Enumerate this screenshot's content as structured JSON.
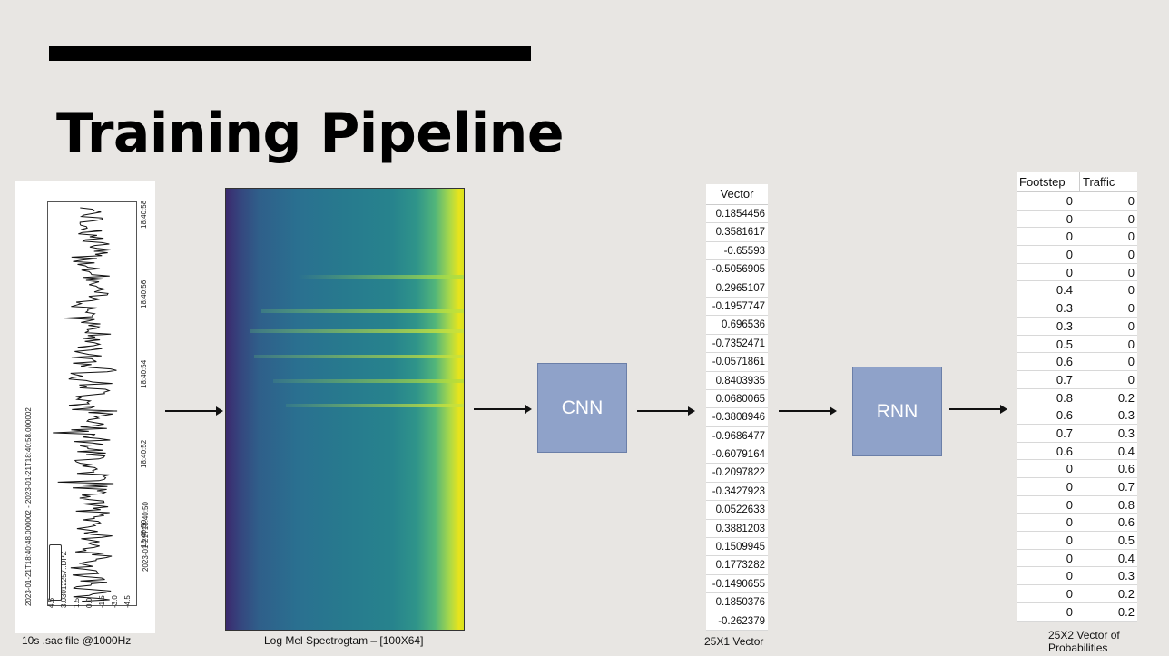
{
  "title": "Training Pipeline",
  "waveform": {
    "caption": "10s .sac file @1000Hz",
    "side_label": "2023-01-21T18:40:48.000002 - 2023-01-21T18:40:58.000002",
    "time_ticks": [
      "18:40:58",
      "18:40:56",
      "18:40:54",
      "18:40:52",
      "18:40:50"
    ],
    "time_axis_label": "2023-01-21T18:40:50",
    "amplitude_ticks": [
      "4.5",
      "3.0",
      "1.5",
      "0.0",
      "-1.5",
      "-3.0",
      "-4.5"
    ],
    "station": "3012257..DPZ"
  },
  "spectrogram": {
    "caption": "Log Mel Spectrogtam – [100X64]"
  },
  "cnn_label": "CNN",
  "rnn_label": "RNN",
  "vector": {
    "header": "Vector",
    "caption": "25X1 Vector",
    "values": [
      "0.1854456",
      "0.3581617",
      "-0.65593",
      "-0.5056905",
      "0.2965107",
      "-0.1957747",
      "0.696536",
      "-0.7352471",
      "-0.0571861",
      "0.8403935",
      "0.0680065",
      "-0.3808946",
      "-0.9686477",
      "-0.6079164",
      "-0.2097822",
      "-0.3427923",
      "0.0522633",
      "0.3881203",
      "0.1509945",
      "0.1773282",
      "-0.1490655",
      "0.1850376",
      "-0.262379"
    ]
  },
  "probabilities": {
    "headers": [
      "Footstep",
      "Traffic"
    ],
    "caption_line1": "25X2 Vector of",
    "caption_line2": "Probabilities",
    "rows": [
      [
        "0",
        "0"
      ],
      [
        "0",
        "0"
      ],
      [
        "0",
        "0"
      ],
      [
        "0",
        "0"
      ],
      [
        "0",
        "0"
      ],
      [
        "0.4",
        "0"
      ],
      [
        "0.3",
        "0"
      ],
      [
        "0.3",
        "0"
      ],
      [
        "0.5",
        "0"
      ],
      [
        "0.6",
        "0"
      ],
      [
        "0.7",
        "0"
      ],
      [
        "0.8",
        "0.2"
      ],
      [
        "0.6",
        "0.3"
      ],
      [
        "0.7",
        "0.3"
      ],
      [
        "0.6",
        "0.4"
      ],
      [
        "0",
        "0.6"
      ],
      [
        "0",
        "0.7"
      ],
      [
        "0",
        "0.8"
      ],
      [
        "0",
        "0.6"
      ],
      [
        "0",
        "0.5"
      ],
      [
        "0",
        "0.4"
      ],
      [
        "0",
        "0.3"
      ],
      [
        "0",
        "0.2"
      ],
      [
        "0",
        "0.2"
      ]
    ]
  }
}
